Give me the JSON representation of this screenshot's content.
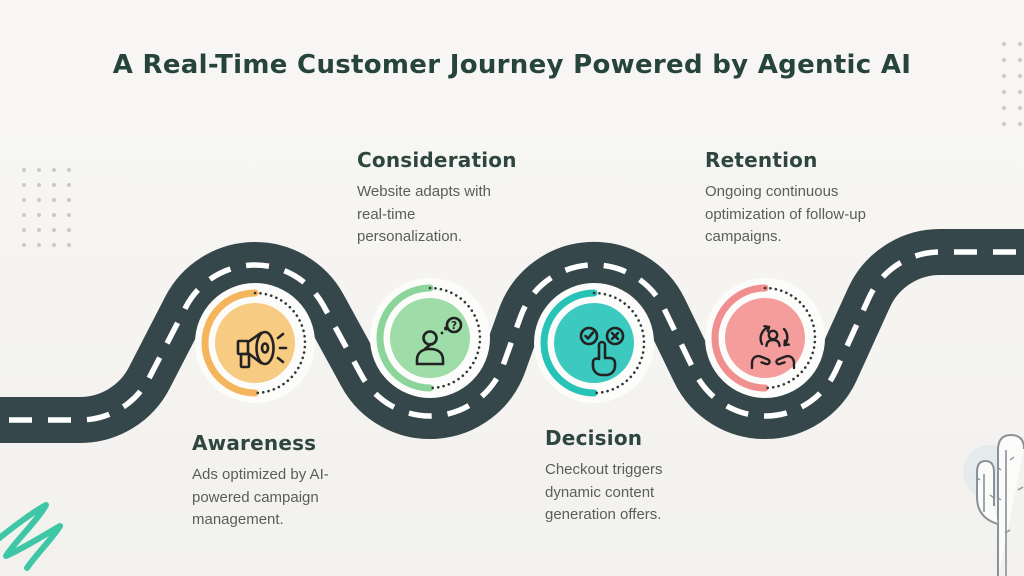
{
  "title": "A Real-Time Customer Journey Powered by Agentic AI",
  "colors": {
    "background": "#f5f4f1",
    "road": "#36474b",
    "road_dash": "#ffffff",
    "title_text": "#26443c",
    "heading_text": "#2e463f",
    "body_text": "#595d5c",
    "dotted_arc": "#2f3839",
    "squiggle": "#3ec7a6",
    "dot_grid": "#c9c9c6"
  },
  "stages": [
    {
      "label": "Awareness",
      "description": "Ads optimized by AI-powered campaign management.",
      "icon": "megaphone-icon",
      "fill": "#f8cb82",
      "arc_color": "#f5b55d"
    },
    {
      "label": "Consideration",
      "description": "Website adapts with real-time personalization.",
      "icon": "thinking-person-icon",
      "fill": "#9edca8",
      "arc_color": "#8bd59b"
    },
    {
      "label": "Decision",
      "description": "Checkout triggers dynamic content generation offers.",
      "icon": "choice-hand-icon",
      "fill": "#3bc9c0",
      "arc_color": "#27c3b7"
    },
    {
      "label": "Retention",
      "description": "Ongoing continuous optimization of follow-up campaigns.",
      "icon": "loyalty-hands-icon",
      "fill": "#f59d9d",
      "arc_color": "#f18e8e"
    }
  ],
  "decor": {
    "left_dots": "dot-grid",
    "right_dots": "dot-grid",
    "bottom_left": "teal-squiggle",
    "bottom_right": "cactus-illustration"
  }
}
